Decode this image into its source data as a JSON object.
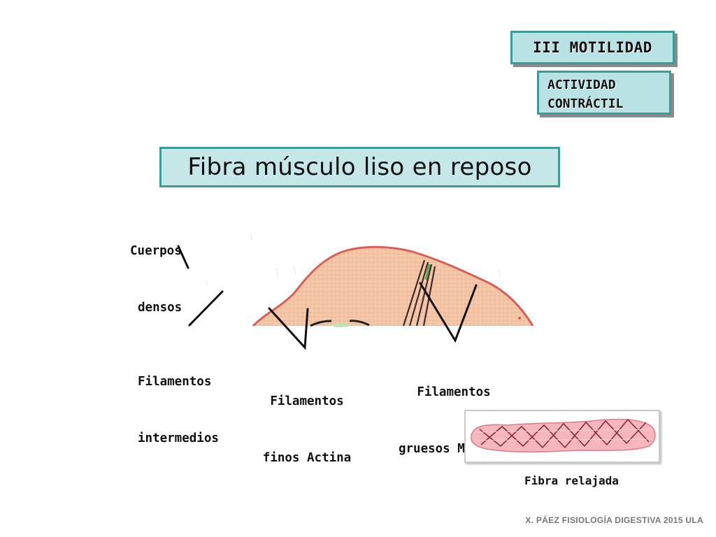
{
  "header": {
    "section_badge": "III MOTILIDAD",
    "topic_badge_line1": "ACTIVIDAD",
    "topic_badge_line2": "CONTRÁCTIL"
  },
  "title": "Fibra músculo liso en reposo",
  "labels": {
    "cuerpos_densos_line1": "Cuerpos",
    "cuerpos_densos_line2": "densos",
    "intermedios_line1": "Filamentos",
    "intermedios_line2": "intermedios",
    "finos_line1": "Filamentos",
    "finos_line2": "finos Actina",
    "gruesos_line1": "Filamentos",
    "gruesos_line2": "gruesos Miosina",
    "fibra_relajada": "Fibra relajada"
  },
  "footer": "X. PÁEZ  FISIOLOGÍA DIGESTIVA 2015 ULA",
  "colors": {
    "badge_fill": "#b9e2e4",
    "badge_border": "#3a9c96",
    "fiber_fill": "#f3c9a9",
    "fiber_outline": "#d9625a",
    "myosin": "#3b2b2b",
    "relaxed_fiber": "#f2aab0"
  }
}
